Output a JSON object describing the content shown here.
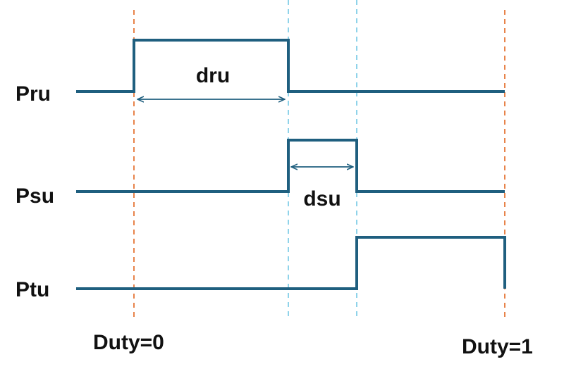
{
  "signals": {
    "pru": "Pru",
    "psu": "Psu",
    "ptu": "Ptu"
  },
  "dimensions": {
    "dru": "dru",
    "dsu": "dsu"
  },
  "markers": {
    "duty0": "Duty=0",
    "duty1": "Duty=1"
  },
  "colors": {
    "waveform": "#1f5f7f",
    "boundary_marker": "#e8834a",
    "transition_marker": "#8fd3ea",
    "text": "#111111"
  }
}
